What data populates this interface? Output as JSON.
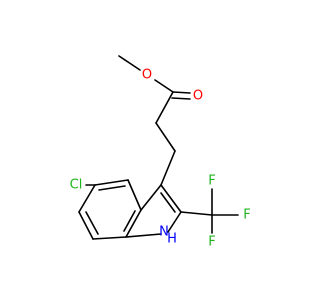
{
  "molecule": {
    "atoms": {
      "ester_o_single": "O",
      "ester_o_double": "O",
      "chlorine": "Cl",
      "fluorine_1": "F",
      "fluorine_2": "F",
      "fluorine_3": "F",
      "indole_nitrogen": "N",
      "indole_hydrogen": "H"
    },
    "colors": {
      "oxygen": "#ff0000",
      "nitrogen": "#0000ff",
      "chlorine": "#1fb51f",
      "fluorine": "#1fb51f",
      "bond": "#000000"
    }
  }
}
